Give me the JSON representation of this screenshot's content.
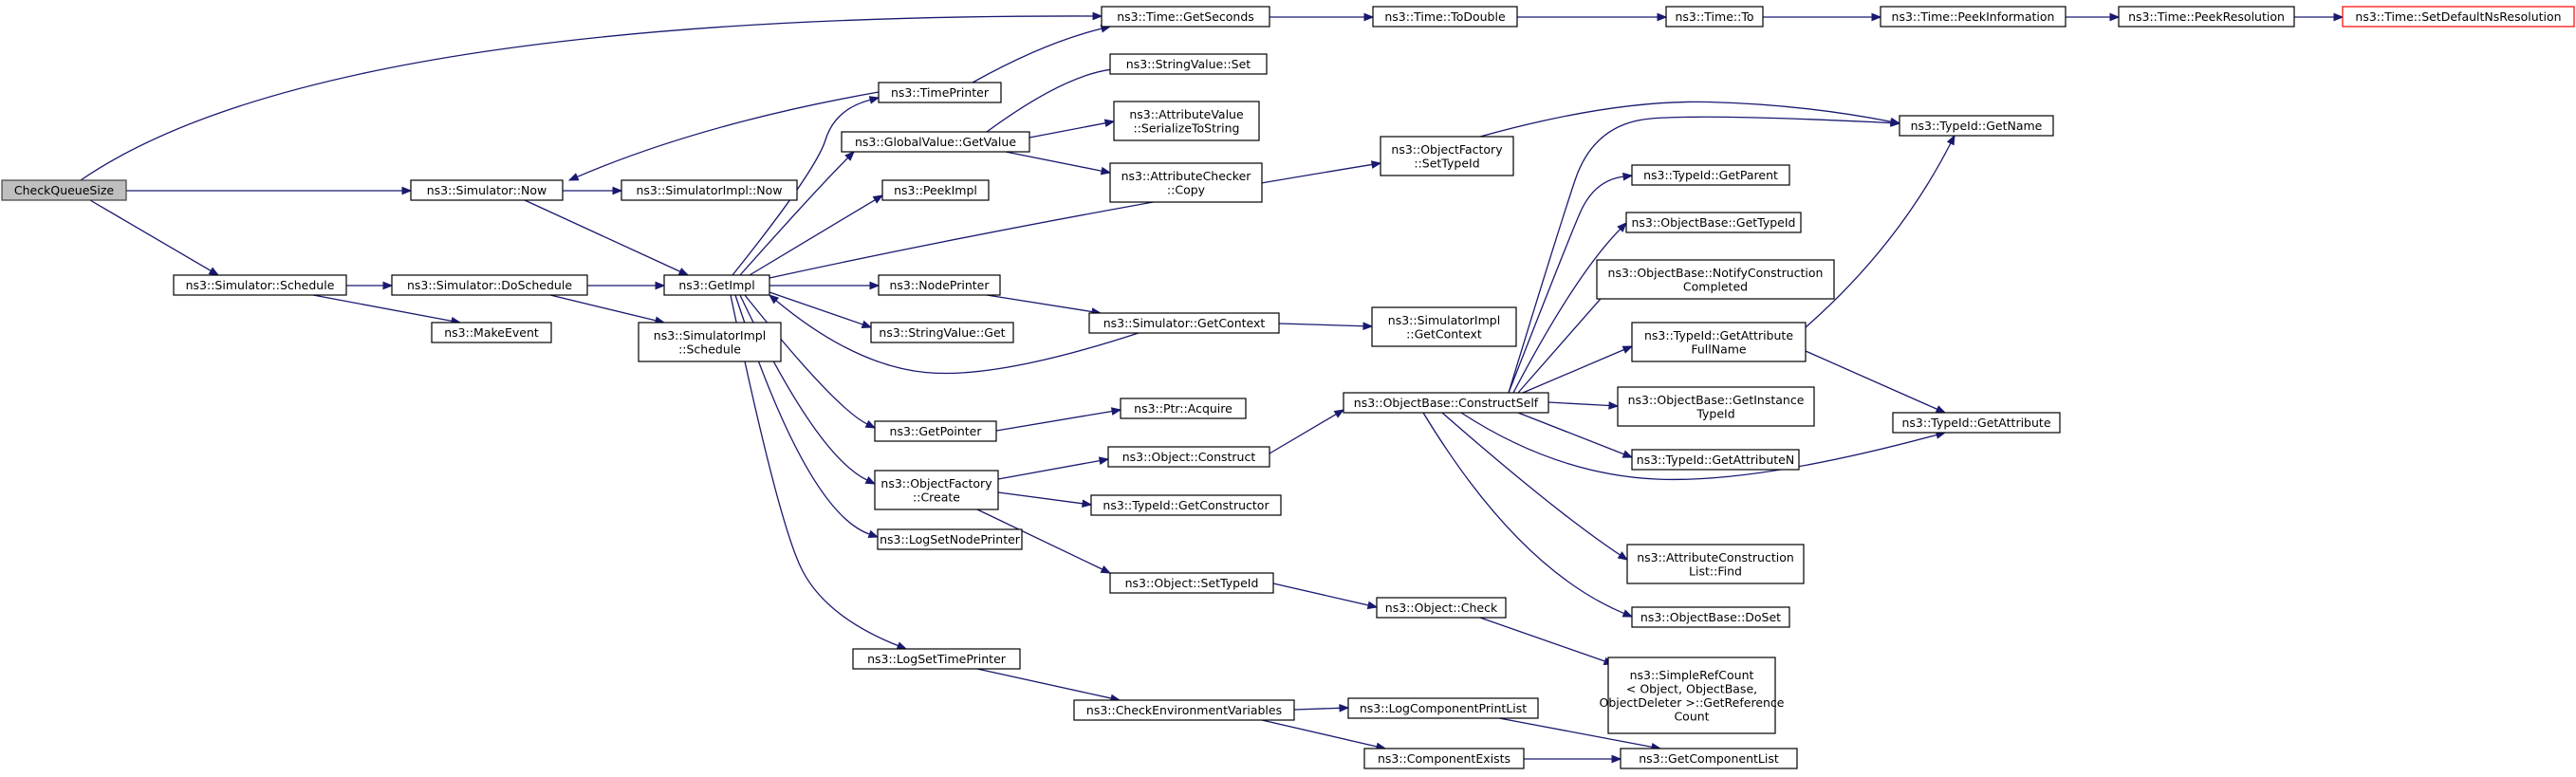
{
  "colors": {
    "edge": "#191970",
    "truncated_border": "#ff0000",
    "root_fill": "#bfbfbf",
    "node_border": "#000000"
  },
  "nodes": {
    "checkqueuesize": [
      "CheckQueueSize"
    ],
    "time_getseconds": [
      "ns3::Time::GetSeconds"
    ],
    "time_todouble": [
      "ns3::Time::ToDouble"
    ],
    "time_to": [
      "ns3::Time::To"
    ],
    "time_peekinformation": [
      "ns3::Time::PeekInformation"
    ],
    "time_peekresolution": [
      "ns3::Time::PeekResolution"
    ],
    "time_setdefaultnsresolution": [
      "ns3::Time::SetDefaultNsResolution"
    ],
    "simulator_now": [
      "ns3::Simulator::Now"
    ],
    "simulatorimpl_now": [
      "ns3::SimulatorImpl::Now"
    ],
    "simulator_schedule": [
      "ns3::Simulator::Schedule"
    ],
    "simulator_doschedule": [
      "ns3::Simulator::DoSchedule"
    ],
    "makeevent": [
      "ns3::MakeEvent"
    ],
    "simulatorimpl_schedule": [
      "ns3::SimulatorImpl",
      "::Schedule"
    ],
    "getimpl": [
      "ns3::GetImpl"
    ],
    "timeprinter": [
      "ns3::TimePrinter"
    ],
    "globalvalue_getvalue": [
      "ns3::GlobalValue::GetValue"
    ],
    "stringvalue_set": [
      "ns3::StringValue::Set"
    ],
    "attributevalue_serializetostring": [
      "ns3::AttributeValue",
      "::SerializeToString"
    ],
    "attributechecker_copy": [
      "ns3::AttributeChecker",
      "::Copy"
    ],
    "peekimpl": [
      "ns3::PeekImpl"
    ],
    "nodeprinter": [
      "ns3::NodePrinter"
    ],
    "stringvalue_get": [
      "ns3::StringValue::Get"
    ],
    "simulator_getcontext": [
      "ns3::Simulator::GetContext"
    ],
    "simulatorimpl_getcontext": [
      "ns3::SimulatorImpl",
      "::GetContext"
    ],
    "objectfactory_settypeid": [
      "ns3::ObjectFactory",
      "::SetTypeId"
    ],
    "typeid_getname": [
      "ns3::TypeId::GetName"
    ],
    "typeid_getparent": [
      "ns3::TypeId::GetParent"
    ],
    "objectbase_gettypeid": [
      "ns3::ObjectBase::GetTypeId"
    ],
    "objectbase_notifyconstructioncompleted": [
      "ns3::ObjectBase::NotifyConstruction",
      "Completed"
    ],
    "typeid_getattributefullname": [
      "ns3::TypeId::GetAttribute",
      "FullName"
    ],
    "objectbase_constructself": [
      "ns3::ObjectBase::ConstructSelf"
    ],
    "objectbase_getinstancetypeid": [
      "ns3::ObjectBase::GetInstance",
      "TypeId"
    ],
    "typeid_getattributen": [
      "ns3::TypeId::GetAttributeN"
    ],
    "typeid_getattribute": [
      "ns3::TypeId::GetAttribute"
    ],
    "attributeconstructionlist_find": [
      "ns3::AttributeConstruction",
      "List::Find"
    ],
    "objectbase_doset": [
      "ns3::ObjectBase::DoSet"
    ],
    "getpointer": [
      "ns3::GetPointer"
    ],
    "ptr_acquire": [
      "ns3::Ptr::Acquire"
    ],
    "object_construct": [
      "ns3::Object::Construct"
    ],
    "objectfactory_create": [
      "ns3::ObjectFactory",
      "::Create"
    ],
    "typeid_getconstructor": [
      "ns3::TypeId::GetConstructor"
    ],
    "object_settypeid": [
      "ns3::Object::SetTypeId"
    ],
    "object_check": [
      "ns3::Object::Check"
    ],
    "simplerefcount_getreferencecount": [
      "ns3::SimpleRefCount",
      "< Object, ObjectBase,",
      "ObjectDeleter >::GetReference",
      "Count"
    ],
    "logsetnodeprinter": [
      "ns3::LogSetNodePrinter"
    ],
    "logsettimeprinter": [
      "ns3::LogSetTimePrinter"
    ],
    "checkenvironmentvariables": [
      "ns3::CheckEnvironmentVariables"
    ],
    "logcomponentprintlist": [
      "ns3::LogComponentPrintList"
    ],
    "componentexists": [
      "ns3::ComponentExists"
    ],
    "getcomponentlist": [
      "ns3::GetComponentList"
    ]
  }
}
